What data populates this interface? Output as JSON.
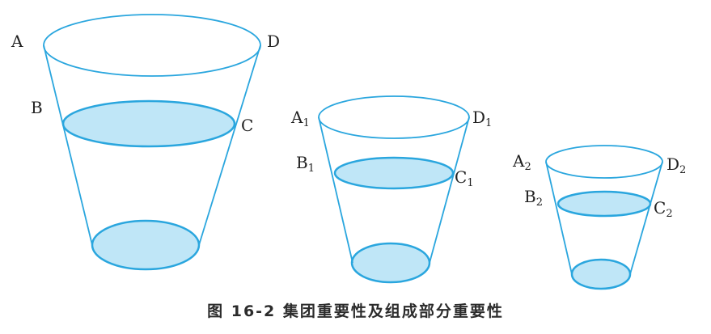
{
  "caption": "图 16-2   集团重要性及组成部分重要性",
  "colors": {
    "outline": "#2aa6de",
    "fill": "#bfe6f7",
    "fill_edge": "#7ccbee"
  },
  "labels": {
    "large": {
      "A": "A",
      "B": "B",
      "C": "C",
      "D": "D"
    },
    "medium": {
      "A": "A",
      "B": "B",
      "C": "C",
      "D": "D",
      "sub": "1"
    },
    "small": {
      "A": "A",
      "B": "B",
      "C": "C",
      "D": "D",
      "sub": "2"
    }
  }
}
